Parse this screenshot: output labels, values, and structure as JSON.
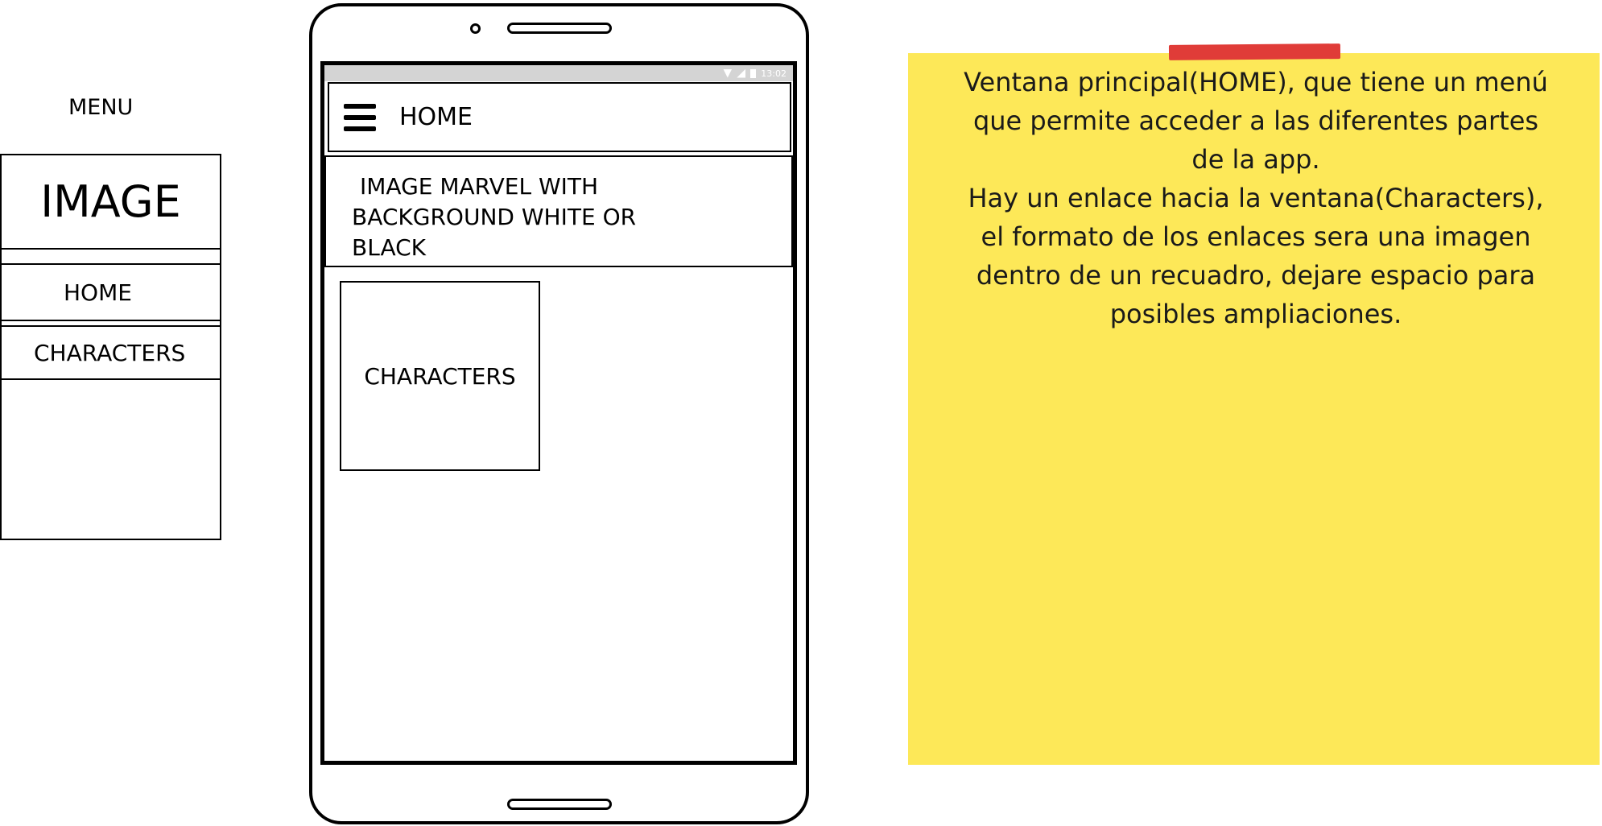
{
  "menu": {
    "title": "MENU",
    "image_label": "IMAGE",
    "items": [
      {
        "label": "HOME"
      },
      {
        "label": "CHARACTERS"
      }
    ]
  },
  "phone": {
    "status_bar": {
      "time": "13:02"
    },
    "app_bar": {
      "title": "HOME",
      "menu_icon": "hamburger-menu-icon"
    },
    "banner": {
      "lines": [
        "IMAGE MARVEL WITH",
        "BACKGROUND WHITE OR",
        "BLACK"
      ]
    },
    "cards": [
      {
        "label": "CHARACTERS"
      }
    ]
  },
  "note": {
    "lines": [
      "Ventana principal(HOME), que tiene un menú",
      "que permite acceder a las diferentes partes",
      "de la app.",
      "Hay un enlace hacia la ventana(Characters),",
      "el formato de los enlaces sera una imagen",
      "dentro de un recuadro, dejare espacio para",
      "posibles ampliaciones."
    ],
    "background_color": "#fde858",
    "tape_color": "#e03c38"
  }
}
